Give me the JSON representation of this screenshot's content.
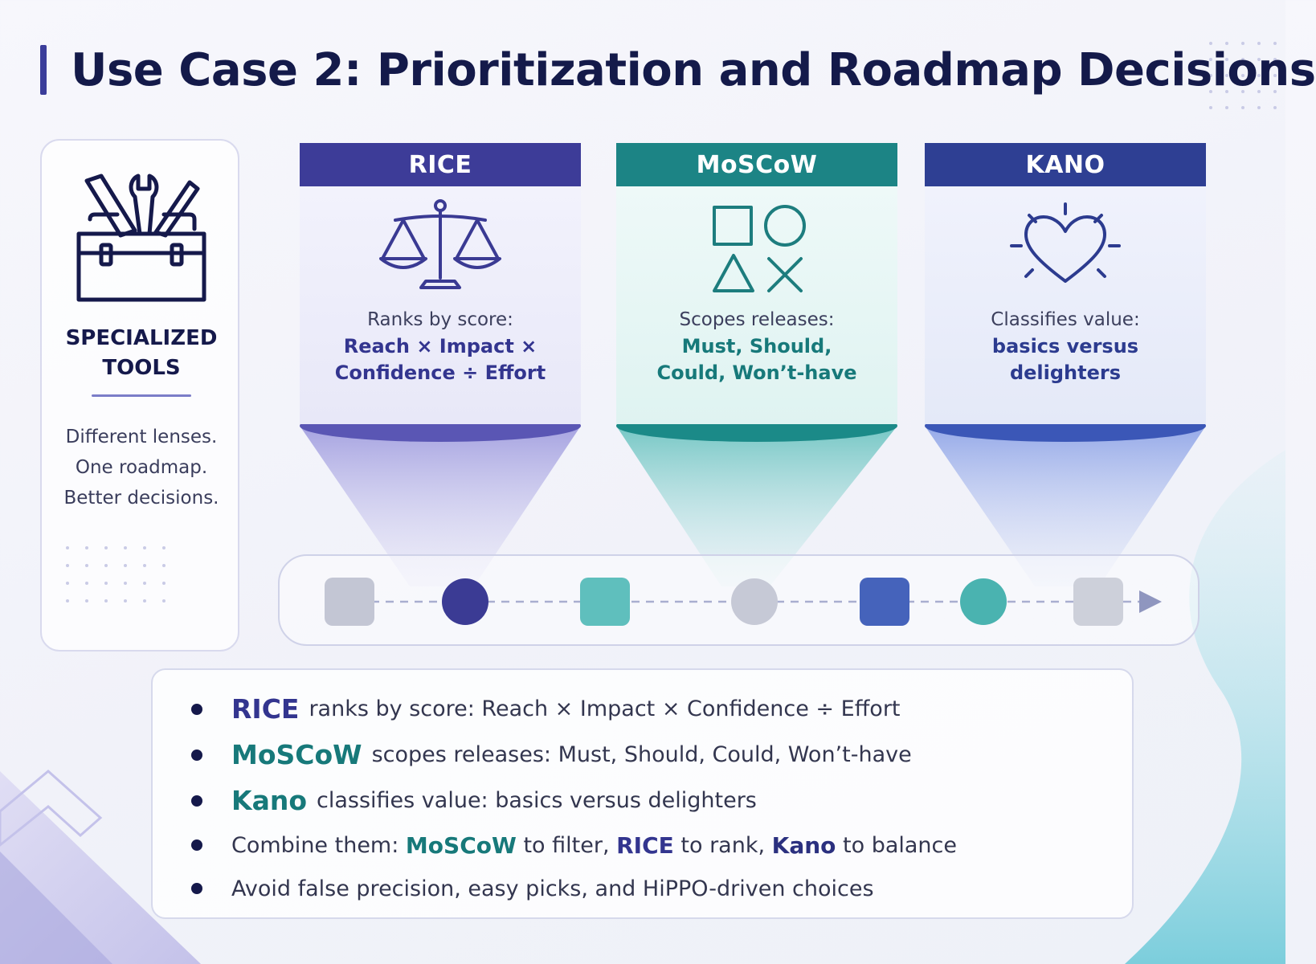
{
  "title": "Use Case 2: Prioritization and Roadmap Decisions",
  "left_card": {
    "icon": "toolbox-icon",
    "heading_line1": "SPECIALIZED",
    "heading_line2": "TOOLS",
    "line1": "Different lenses.",
    "line2": "One roadmap.",
    "line3": "Better decisions."
  },
  "frameworks": [
    {
      "name": "RICE",
      "icon": "balance-scale-icon",
      "lead": "Ranks by score:",
      "emph1": "Reach × Impact ×",
      "emph2": "Confidence ÷ Effort",
      "color": "#3d3c98"
    },
    {
      "name": "MoSCoW",
      "icon": "shapes-icon",
      "lead": "Scopes releases:",
      "emph1": "Must, Should,",
      "emph2": "Could, Won’t-have",
      "color": "#1c8485"
    },
    {
      "name": "KANO",
      "icon": "heart-glow-icon",
      "lead": "Classifies value:",
      "emph1": "basics versus",
      "emph2": "delighters",
      "color": "#2e3f93"
    }
  ],
  "roadmap": {
    "items": [
      {
        "shape": "square",
        "color": "#c3c6d4"
      },
      {
        "shape": "circle",
        "color": "#3b3b94"
      },
      {
        "shape": "square",
        "color": "#5fbfbd"
      },
      {
        "shape": "circle",
        "color": "#c6c9d6"
      },
      {
        "shape": "square",
        "color": "#4563bb"
      },
      {
        "shape": "circle",
        "color": "#4ab3b0"
      },
      {
        "shape": "square",
        "color": "#cdd0da"
      }
    ],
    "arrow_icon": "arrow-right-icon"
  },
  "bullets": {
    "b1": {
      "keyword": "RICE",
      "text": "ranks by score: Reach × Impact × Confidence ÷ Effort"
    },
    "b2": {
      "keyword": "MoSCoW",
      "text": "scopes releases: Must, Should, Could, Won’t-have"
    },
    "b3": {
      "keyword": "Kano",
      "text": "classifies value: basics versus delighters"
    },
    "b4": {
      "pre": "Combine them:",
      "k1": "MoSCoW",
      "t1": "to filter,",
      "k2": "RICE",
      "t2": "to rank,",
      "k3": "Kano",
      "t3": "to balance"
    },
    "b5": {
      "text": "Avoid false precision, easy picks, and HiPPO-driven choices"
    }
  }
}
